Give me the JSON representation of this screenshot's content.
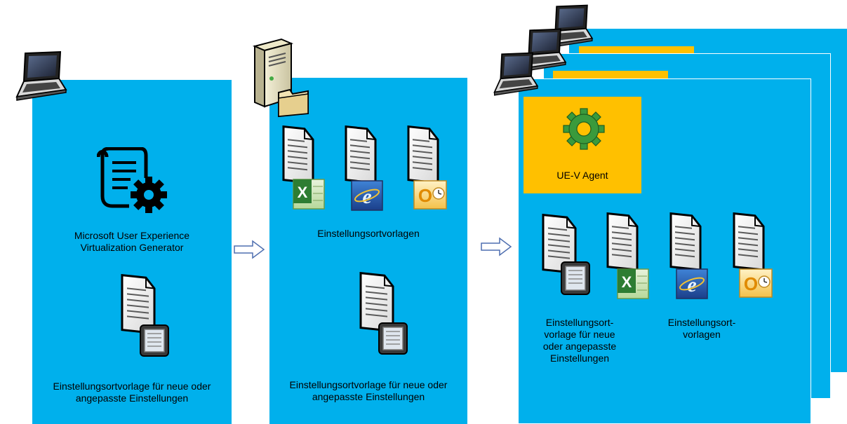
{
  "colors": {
    "panel": "#00b0ec",
    "agent_box": "#ffc000",
    "gear": "#3a9a3c",
    "arrow": "#4f6fb0"
  },
  "panel1": {
    "generator_label": "Microsoft User Experience\nVirtualization Generator",
    "template_label": "Einstellungsortvorlage für neue oder\nangepasste Einstellungen",
    "icons": [
      "laptop-icon",
      "document-gear-icon",
      "document-template-icon"
    ]
  },
  "panel2": {
    "templates_label": "Einstellungsortvorlagen",
    "template_label": "Einstellungsortvorlage für neue oder\nangepasste Einstellungen",
    "icons": [
      "server-folder-icon",
      "document-excel-icon",
      "document-ie-icon",
      "document-outlook-icon",
      "document-template-icon"
    ]
  },
  "panel3": {
    "agent_label": "UE-V Agent",
    "custom_label": "Einstellungsort-\nvorlage für neue\noder angepasste\nEinstellungen",
    "templates_label": "Einstellungsort-\nvorlagen",
    "icons": [
      "laptop-icon",
      "gear-icon",
      "document-template-icon",
      "document-excel-icon",
      "document-ie-icon",
      "document-outlook-icon"
    ]
  },
  "arrows": [
    "arrow-right-icon",
    "arrow-right-icon"
  ]
}
